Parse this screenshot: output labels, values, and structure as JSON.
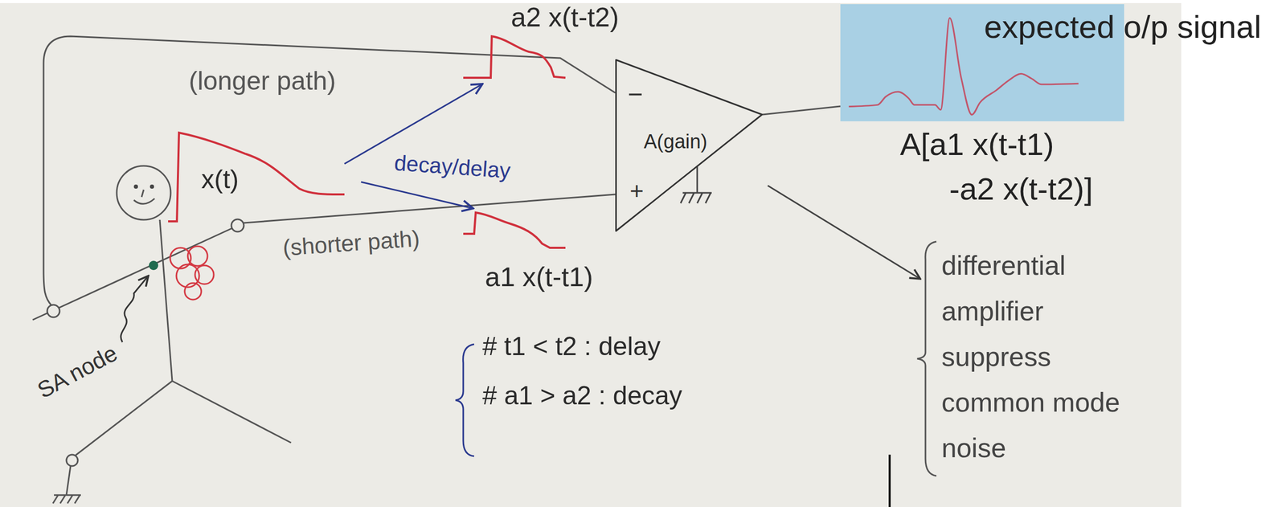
{
  "diagram": {
    "nodes": [
      {
        "text": [
          "−",
          "A(gain)",
          "+"
        ]
      },
      {
        "text": [
          "expected o/p signal"
        ]
      }
    ],
    "edges": [
      {
        "from": 0,
        "to": 1,
        "arrow": "none"
      }
    ],
    "labels": [
      "a2 x(t-t2)",
      "(longer path)",
      "x(t)",
      "decay/delay",
      "(shorter path)",
      "a1 x(t-t1)",
      "SA node",
      "A[a1 x(t-t1)",
      "-a2 x(t-t2)]",
      "# t1 < t2 : delay",
      "# a1 > a2 : decay",
      "differential amplifier suppress common mode noise"
    ]
  }
}
